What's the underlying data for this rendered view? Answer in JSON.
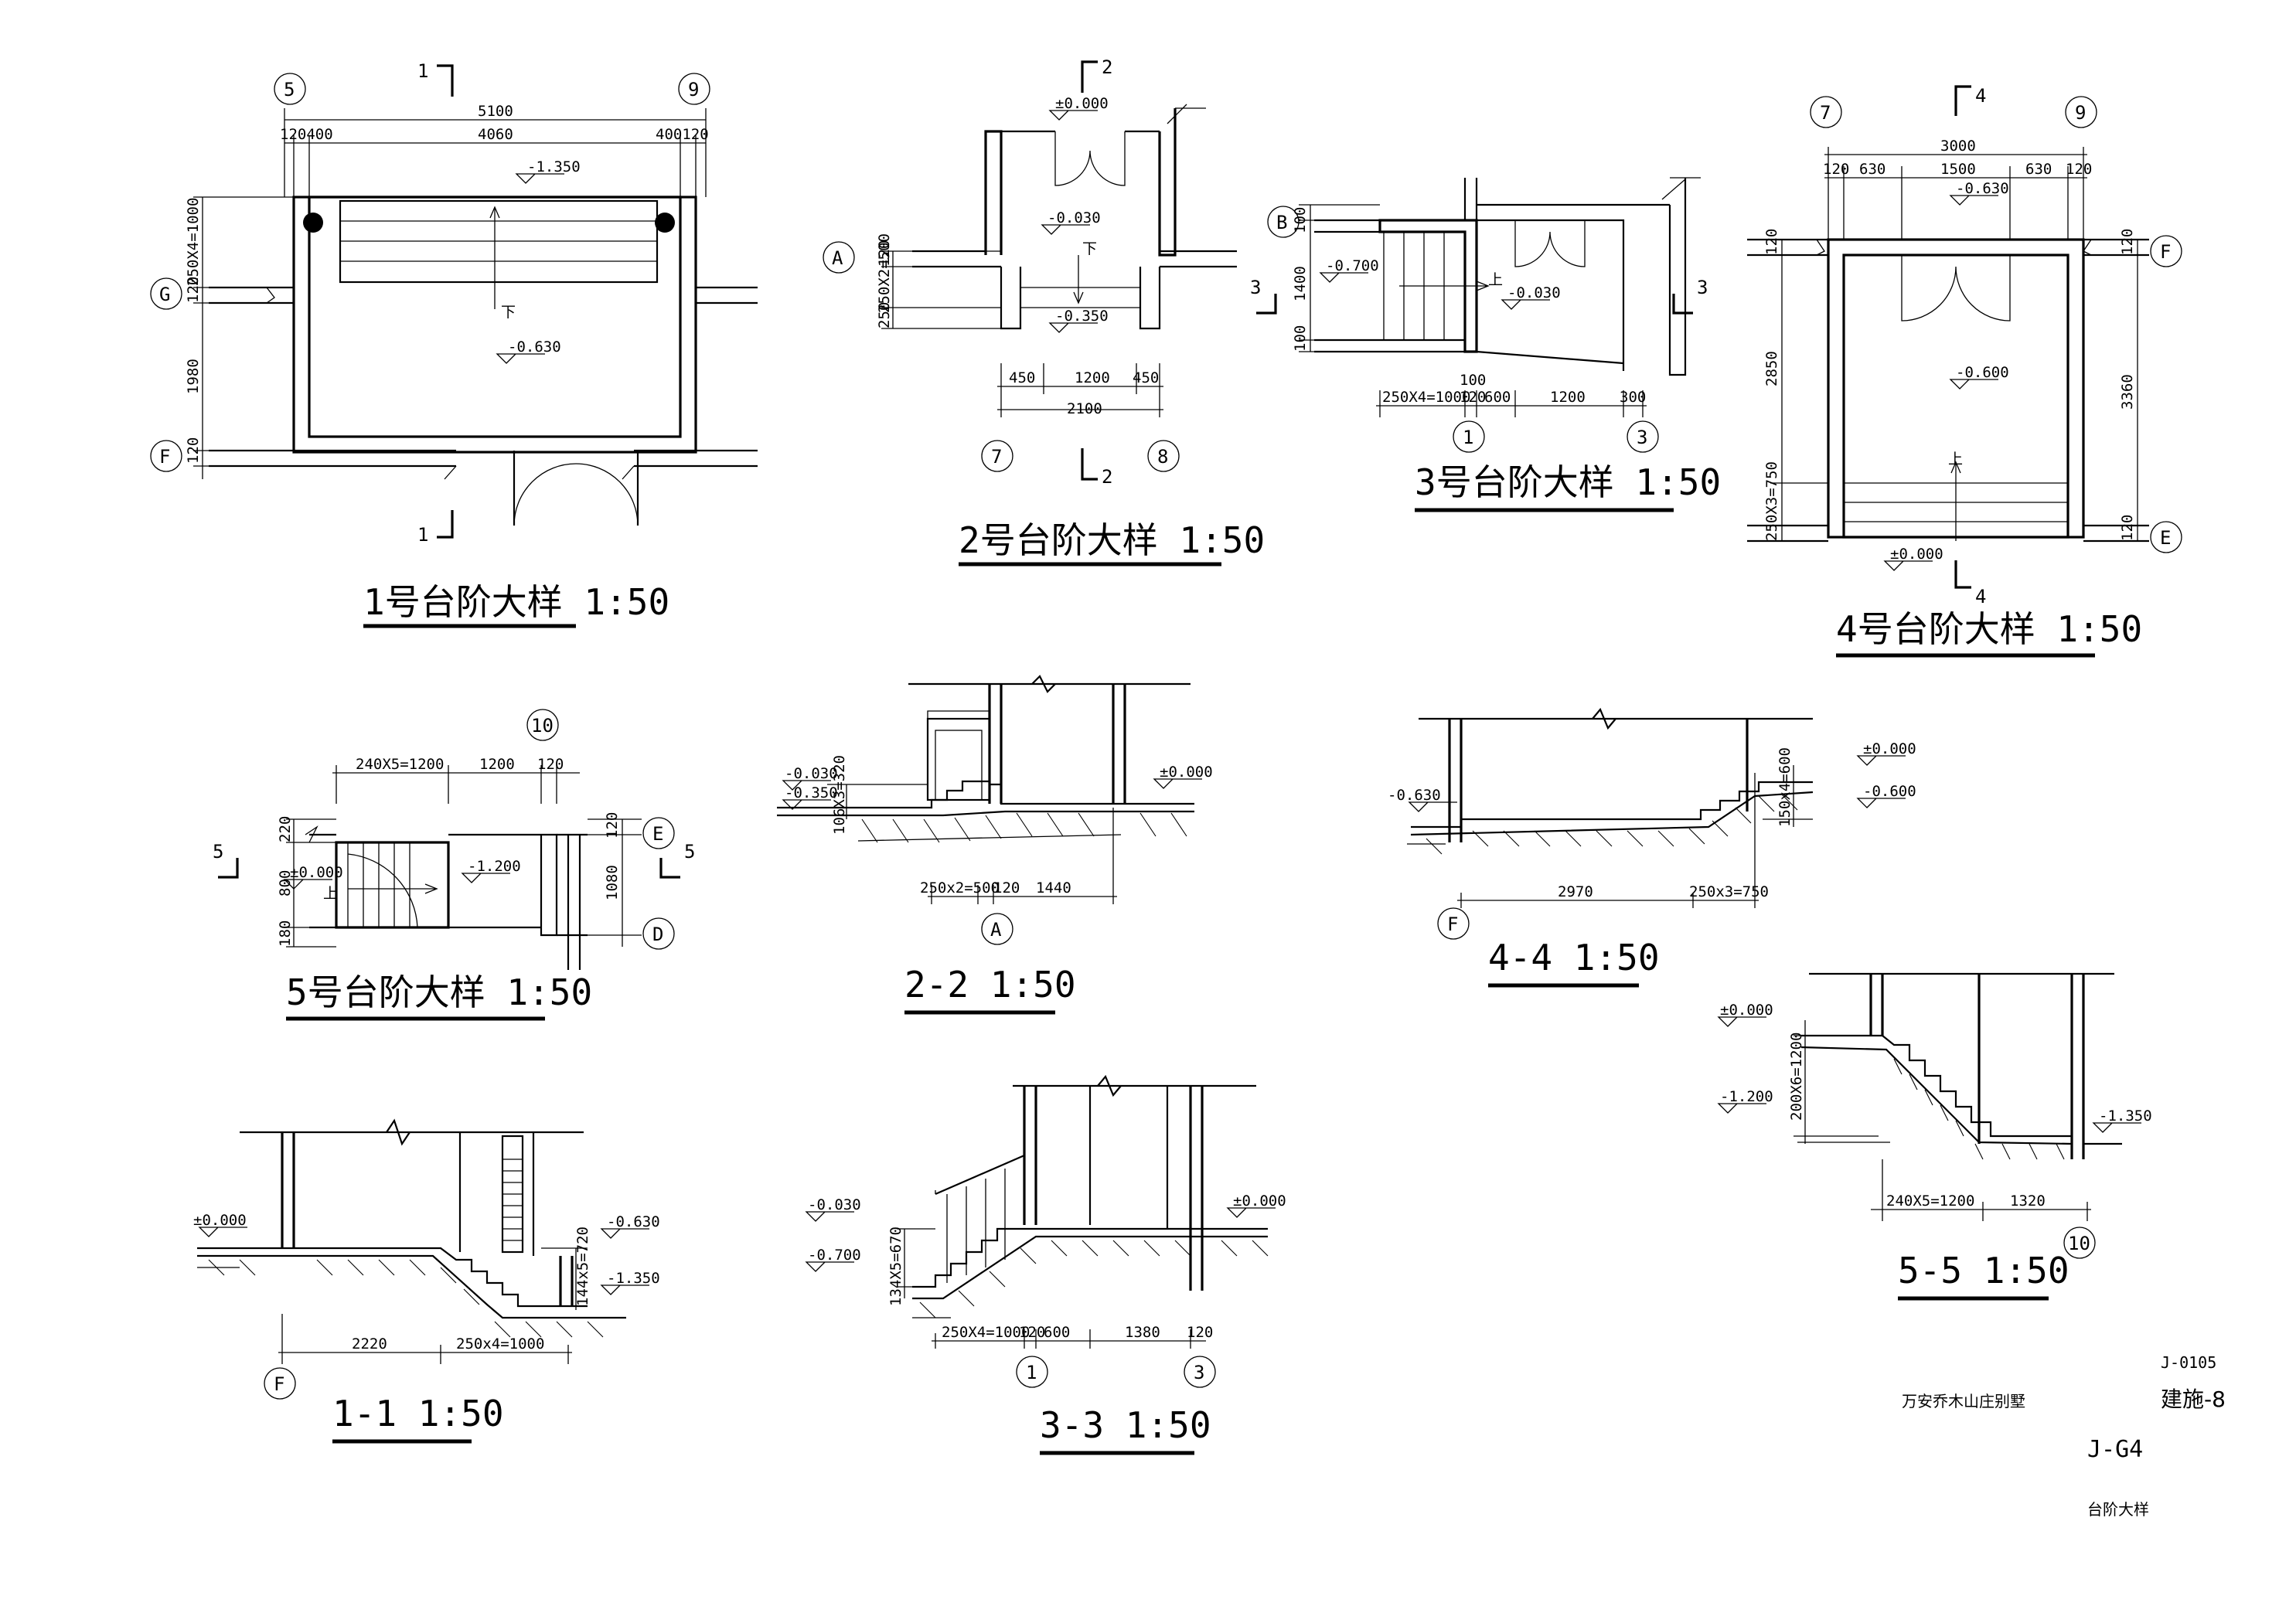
{
  "titles": {
    "d1": "1号台阶大样 1:50",
    "d2": "2号台阶大样 1:50",
    "d3": "3号台阶大样 1:50",
    "d4": "4号台阶大样 1:50",
    "d5": "5号台阶大样 1:50",
    "s22": "2-2 1:50",
    "s44": "4-4 1:50",
    "s55": "5-5 1:50",
    "s11": "1-1 1:50",
    "s33": "3-3 1:50"
  },
  "axes": {
    "p1": {
      "a": "5",
      "b": "9",
      "c": "G",
      "d": "F"
    },
    "p2": {
      "a": "A",
      "b": "7",
      "c": "8"
    },
    "p3": {
      "a": "B",
      "b": "1",
      "c": "3"
    },
    "p4": {
      "a": "7",
      "b": "9",
      "c": "F",
      "d": "E"
    },
    "p5": {
      "a": "10",
      "b": "E",
      "c": "D"
    },
    "s22": {
      "a": "A"
    },
    "s44": {
      "a": "F"
    },
    "s55": {
      "a": "10"
    },
    "s11": {
      "a": "F"
    },
    "s33": {
      "a": "1",
      "b": "3"
    }
  },
  "cuts": {
    "p1": "1",
    "p2": "2",
    "p3": "3",
    "p4": "4",
    "p5": "5"
  },
  "dims": {
    "p1": {
      "total": "5100",
      "left": "120400",
      "mid": "4060",
      "right": "400120",
      "v1": "250X4=1000",
      "v2": "120",
      "v3": "1980",
      "v4": "120"
    },
    "p2": {
      "v1": "120",
      "v2": "250X2=500",
      "v3": "250",
      "h1": "450",
      "h2": "1200",
      "h3": "450",
      "total": "2100"
    },
    "p3": {
      "v1": "100",
      "v2": "1400",
      "v3": "100",
      "h1": "250X4=1000",
      "h2": "120",
      "h3": "600",
      "h4": "1200",
      "h5": "300",
      "h6": "100"
    },
    "p4": {
      "total": "3000",
      "h1": "120",
      "h2": "630",
      "h3": "1500",
      "h4": "630",
      "h5": "120",
      "v1": "120",
      "v2": "2850",
      "v3": "250X3=750",
      "v4": "3360",
      "v5": "120",
      "v6": "120"
    },
    "p5": {
      "h1": "240X5=1200",
      "h2": "1200",
      "h3": "120",
      "v1": "220",
      "v2": "800",
      "v3": "180",
      "v4": "120",
      "v5": "1080"
    },
    "s22": {
      "v1": "106X3=320",
      "h1": "250x2=500",
      "h2": "120",
      "h3": "1440"
    },
    "s44": {
      "v1": "150x4=600",
      "h1": "2970",
      "h2": "250x3=750"
    },
    "s55": {
      "v1": "200X6=1200",
      "h1": "240X5=1200",
      "h2": "1320"
    },
    "s11": {
      "v1": "144x5=720",
      "h1": "2220",
      "h2": "250x4=1000"
    },
    "s33": {
      "v1": "134X5=670",
      "h1": "250X4=1000",
      "h2": "120",
      "h3": "600",
      "h4": "1380",
      "h5": "120"
    }
  },
  "levels": {
    "p1": {
      "a": "-1.350",
      "b": "-0.630"
    },
    "p2": {
      "a": "±0.000",
      "b": "-0.030",
      "c": "-0.350"
    },
    "p3": {
      "a": "-0.700",
      "b": "-0.030"
    },
    "p4": {
      "a": "-0.630",
      "b": "-0.600",
      "c": "±0.000"
    },
    "p5": {
      "a": "±0.000",
      "b": "-1.200"
    },
    "s22": {
      "a": "-0.030",
      "b": "-0.350",
      "c": "±0.000"
    },
    "s44": {
      "a": "-0.630",
      "b": "±0.000",
      "c": "-0.600"
    },
    "s55": {
      "a": "±0.000",
      "b": "-1.200",
      "c": "-1.350"
    },
    "s11": {
      "a": "±0.000",
      "b": "-0.630",
      "c": "-1.350"
    },
    "s33": {
      "a": "-0.030",
      "b": "-0.700",
      "c": "±0.000"
    }
  },
  "arrows": {
    "up": "上",
    "down": "下"
  },
  "title_block": {
    "code": "J-0105",
    "project": "万安乔木山庄别墅",
    "sheet": "建施-8",
    "number": "J-G4",
    "name": "台阶大样"
  }
}
